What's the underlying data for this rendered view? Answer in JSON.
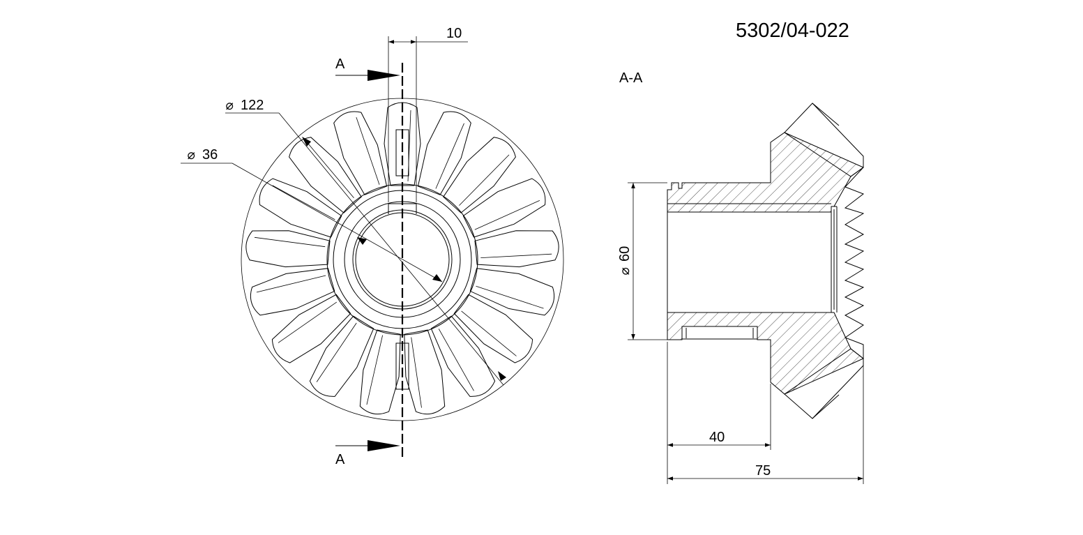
{
  "drawing_number": "5302/04-022",
  "section_label": "A-A",
  "cut_marks": {
    "top": "A",
    "bottom": "A"
  },
  "dimensions": {
    "key_width": "10",
    "outer_diameter": "122",
    "bore_diameter": "36",
    "hub_diameter": "60",
    "hub_length": "40",
    "overall_length": "75"
  },
  "diameter_symbol": "⌀",
  "gear": {
    "teeth": 17
  },
  "colors": {
    "line": "#000000",
    "background": "#ffffff"
  }
}
